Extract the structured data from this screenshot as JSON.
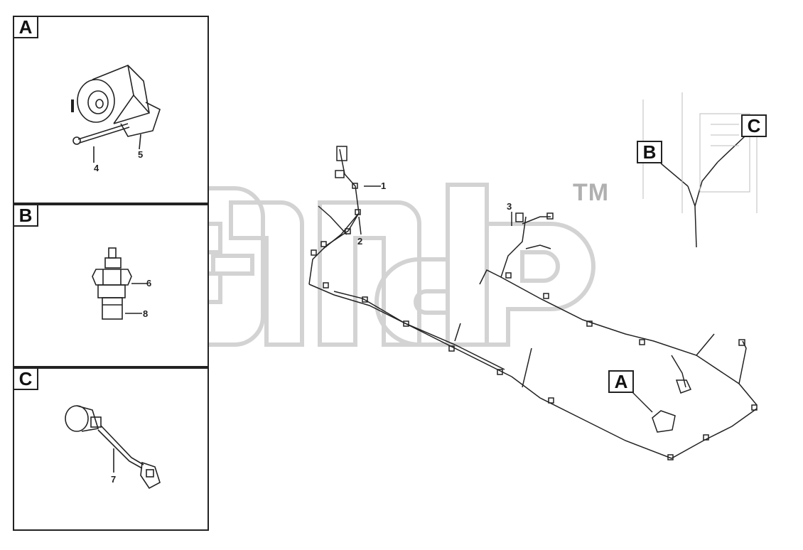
{
  "panels": {
    "a": {
      "label": "A",
      "parts": {
        "bolt": "4",
        "bracket": "5"
      }
    },
    "b": {
      "label": "B",
      "parts": {
        "nut": "6",
        "body": "8"
      }
    },
    "c": {
      "label": "C",
      "parts": {
        "sensor_cable": "7"
      }
    }
  },
  "main": {
    "callouts": {
      "a": "A",
      "b": "B",
      "c": "C"
    },
    "part_numbers": {
      "p1": "1",
      "p2": "2",
      "p3": "3"
    }
  },
  "watermark": {
    "tm": "TM"
  },
  "colors": {
    "line": "#222222",
    "watermark": "#b4b4b4"
  }
}
